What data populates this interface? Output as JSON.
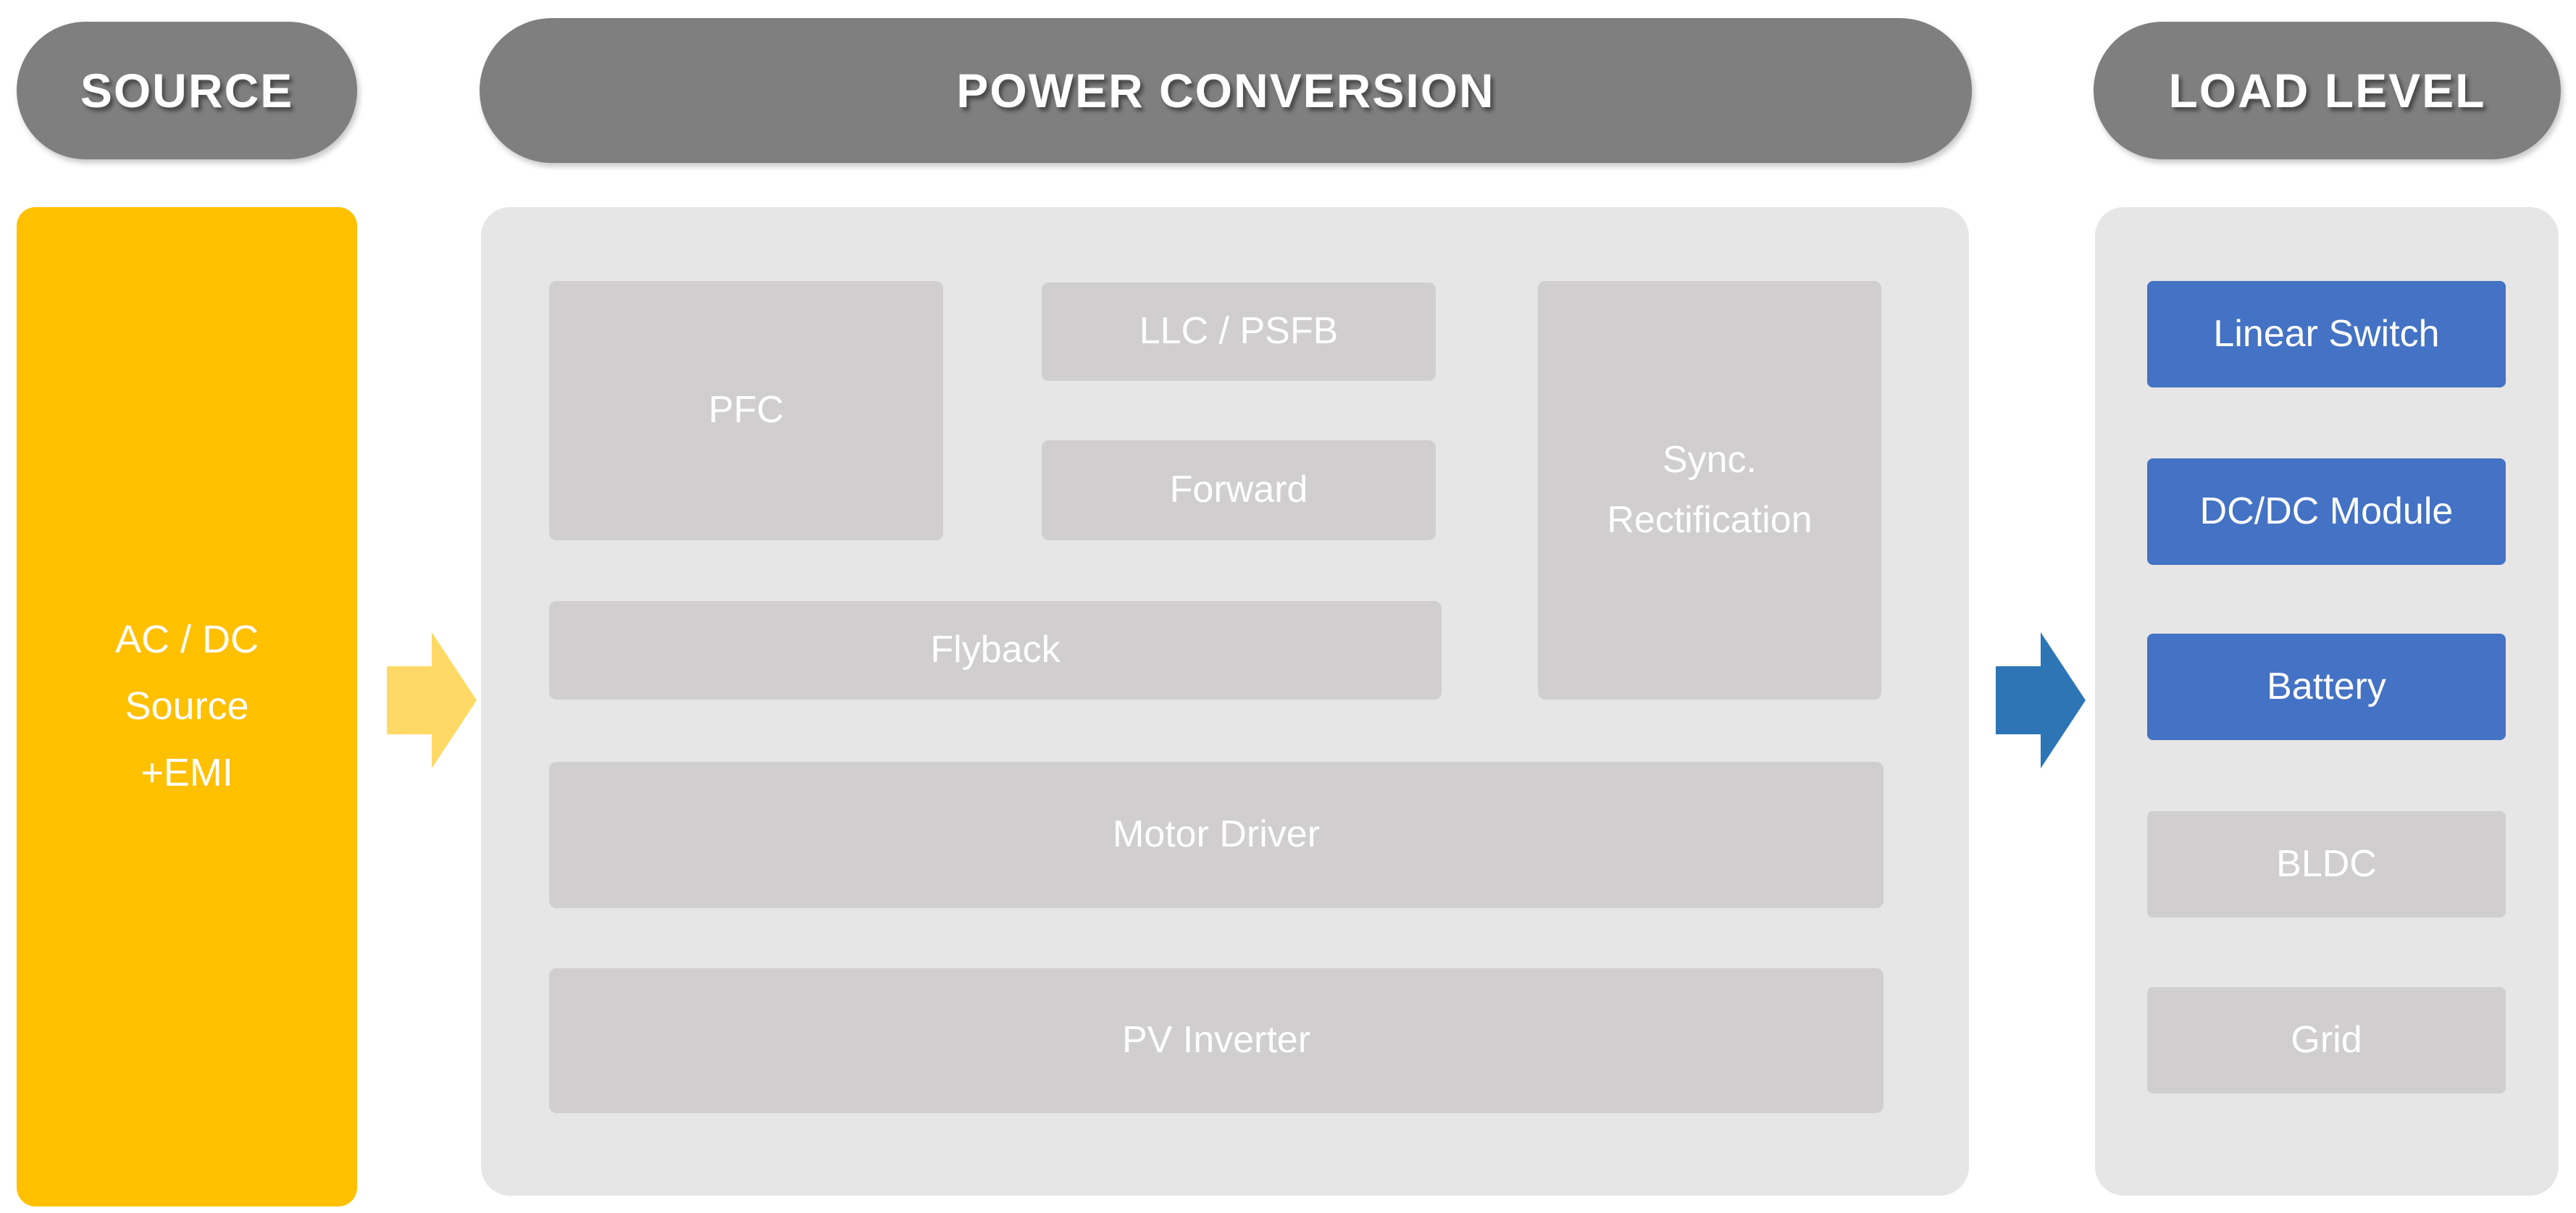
{
  "headers": {
    "source": "SOURCE",
    "power_conversion": "POWER CONVERSION",
    "load_level": "LOAD LEVEL"
  },
  "source": {
    "label": "AC / DC\nSource\n+EMI"
  },
  "power_conversion": {
    "blocks": {
      "pfc": "PFC",
      "llc_psfb": "LLC / PSFB",
      "forward": "Forward",
      "sync_rectification": "Sync.\nRectification",
      "flyback": "Flyback",
      "motor_driver": "Motor Driver",
      "pv_inverter": "PV Inverter"
    }
  },
  "load_level": {
    "blocks": [
      {
        "label": "Linear Switch",
        "state": "highlighted"
      },
      {
        "label": "DC/DC Module",
        "state": "highlighted"
      },
      {
        "label": "Battery",
        "state": "highlighted"
      },
      {
        "label": "BLDC",
        "state": "normal"
      },
      {
        "label": "Grid",
        "state": "normal"
      }
    ]
  },
  "arrows": {
    "source_to_conversion": "right-arrow",
    "conversion_to_load": "right-arrow"
  },
  "colors": {
    "header_pill_gray": "#7F7F7F",
    "container_gray": "#E7E6E6",
    "block_gray": "#D0CECE",
    "source_orange": "#FFC000",
    "arrow_yellow": "#FFD966",
    "load_blue": "#4472C4",
    "arrow_blue": "#2E75B6",
    "text_white": "#FFFFFF"
  }
}
